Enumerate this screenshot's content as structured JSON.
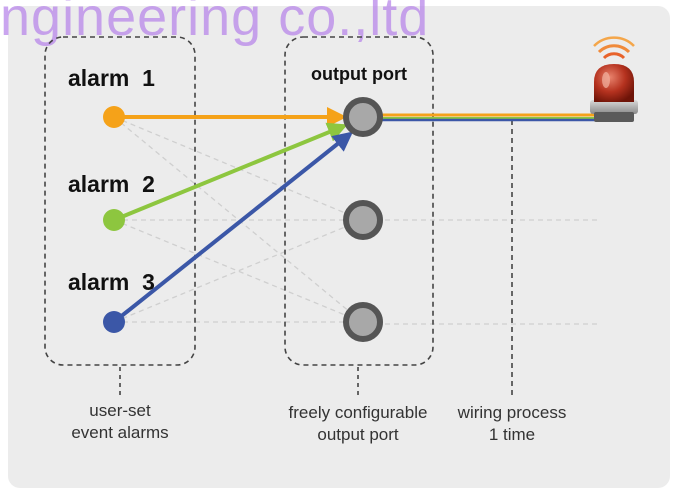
{
  "watermark": "ngineering co.,ltd",
  "alarms": [
    {
      "label": "alarm  1",
      "color": "#f5a219"
    },
    {
      "label": "alarm  2",
      "color": "#8dc63f"
    },
    {
      "label": "alarm  3",
      "color": "#3b57a7"
    }
  ],
  "output_port": {
    "title": "output port",
    "ports": 3
  },
  "captions": {
    "alarms_line1": "user-set",
    "alarms_line2": "event alarms",
    "port_line1": "freely configurable",
    "port_line2": "output port",
    "wiring_line1": "wiring process",
    "wiring_line2": "1 time"
  },
  "colors": {
    "panel": "#ececec",
    "port_ring": "#555555",
    "port_fill": "#a8a8a8",
    "dashed_box": "#444444",
    "faint_lines": "#cccccc"
  },
  "icons": {
    "output_device": "red-warning-beacon-icon"
  }
}
